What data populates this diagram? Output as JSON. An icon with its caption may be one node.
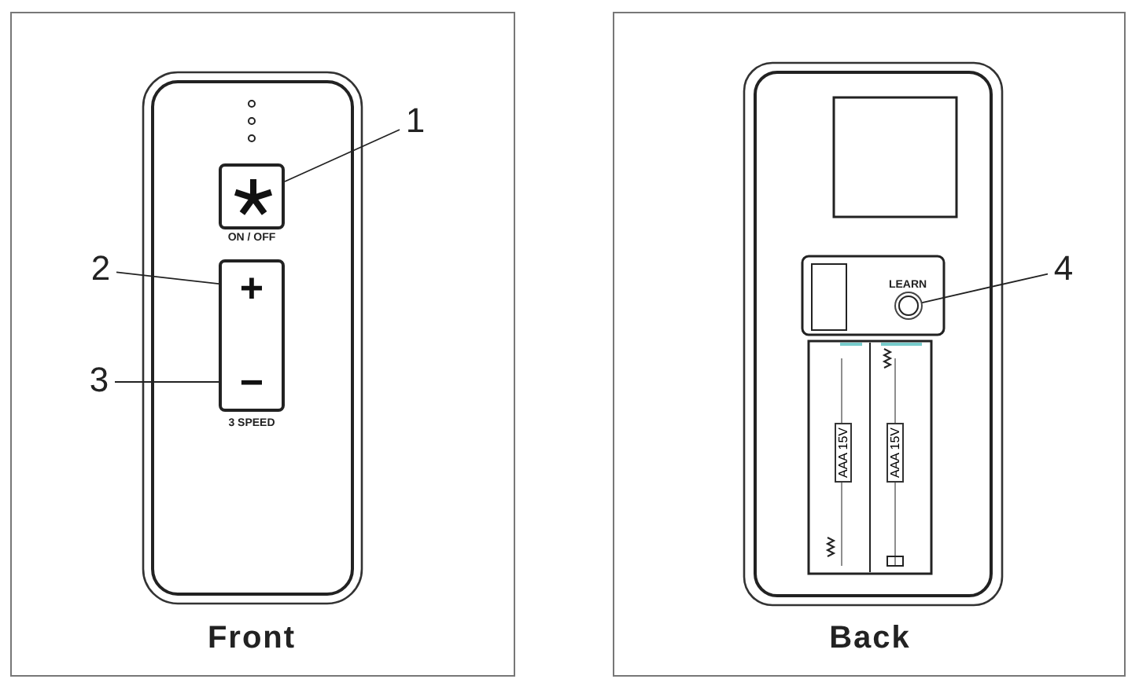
{
  "diagram": {
    "nodes": [
      {
        "text": [
          "1"
        ]
      },
      {
        "text": [],
        "shape": "box",
        "beside": [
          "ON / OFF"
        ]
      },
      {
        "text": [
          "2"
        ]
      },
      {
        "text": [],
        "shape": "box",
        "beside": [
          "3 SPEED"
        ]
      },
      {
        "text": [
          "+"
        ],
        "in": 3
      },
      {
        "text": [
          "3"
        ]
      },
      {
        "text": [
          "−"
        ],
        "in": 3
      },
      {
        "text": [
          "4"
        ]
      },
      {
        "text": [],
        "shape": "circle",
        "beside": [
          "LEARN"
        ]
      }
    ],
    "edges": [
      {
        "from": 0,
        "to": 1,
        "arrow": "none"
      },
      {
        "from": 2,
        "to": 4,
        "arrow": "none"
      },
      {
        "from": 5,
        "to": 6,
        "arrow": "none"
      },
      {
        "from": 7,
        "to": 8,
        "arrow": "none"
      }
    ],
    "labels": [
      "Front",
      "Back",
      "AAA 15V",
      "AAA 15V"
    ]
  }
}
